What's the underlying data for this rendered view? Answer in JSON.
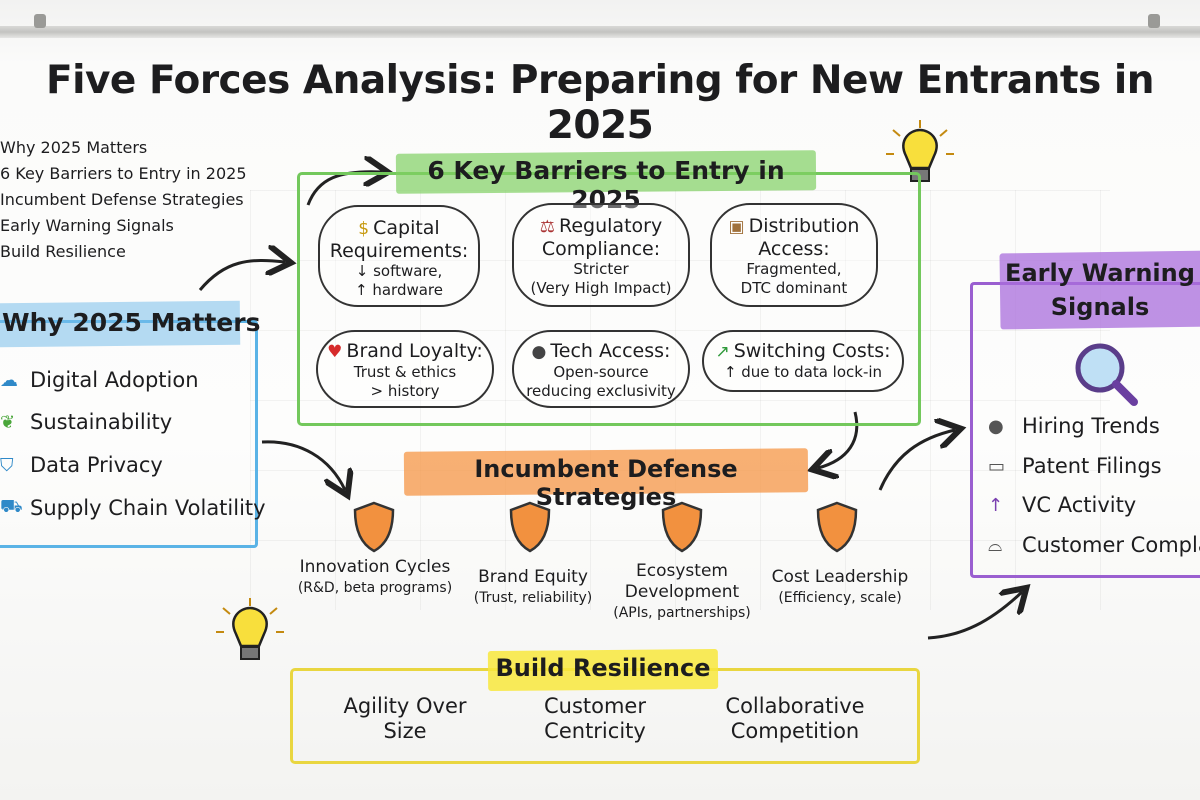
{
  "title": "Five Forces Analysis: Preparing for New Entrants in 2025",
  "toc": [
    "Why 2025 Matters",
    "6 Key Barriers to Entry in 2025",
    "Incumbent Defense Strategies",
    "Early Warning Signals",
    "Build Resilience"
  ],
  "why": {
    "title": "Why 2025 Matters",
    "accent": "#5ab3e6",
    "items": [
      {
        "icon": "cloud-icon",
        "label": "Digital Adoption"
      },
      {
        "icon": "leaf-icon",
        "label": "Sustainability"
      },
      {
        "icon": "shield-icon",
        "label": "Data Privacy"
      },
      {
        "icon": "truck-icon",
        "label": "Supply Chain Volatility"
      }
    ]
  },
  "barriers": {
    "title": "6 Key Barriers to Entry in 2025",
    "accent": "#73c85c",
    "items": [
      {
        "icon": "dollar-icon",
        "glyph": "$",
        "head": "Capital Requirements:",
        "lines": [
          "↓ software,",
          "↑ hardware"
        ]
      },
      {
        "icon": "scales-icon",
        "glyph": "⚖",
        "head": "Regulatory Compliance:",
        "lines": [
          "Stricter",
          "(Very High Impact)"
        ]
      },
      {
        "icon": "box-icon",
        "glyph": "▣",
        "head": "Distribution Access:",
        "lines": [
          "Fragmented,",
          "DTC dominant"
        ]
      },
      {
        "icon": "heart-icon",
        "glyph": "♥",
        "head": "Brand Loyalty:",
        "lines": [
          "Trust & ethics",
          "> history"
        ]
      },
      {
        "icon": "bulb-icon",
        "glyph": "●",
        "head": "Tech Access:",
        "lines": [
          "Open-source",
          "reducing exclusivity"
        ]
      },
      {
        "icon": "arrow-up-right-icon",
        "glyph": "↗",
        "head": "Switching Costs:",
        "lines": [
          "↑ due to data lock-in"
        ]
      }
    ]
  },
  "defense": {
    "title": "Incumbent Defense Strategies",
    "accent": "#f2913f",
    "items": [
      {
        "label": "Innovation Cycles",
        "sub": "(R&D, beta programs)"
      },
      {
        "label": "Brand Equity",
        "sub": "(Trust, reliability)"
      },
      {
        "label": "Ecosystem Development",
        "sub": "(APIs, partnerships)"
      },
      {
        "label": "Cost Leadership",
        "sub": "(Efficiency, scale)"
      }
    ]
  },
  "warning": {
    "title": "Early Warning Signals",
    "accent": "#9a5fd0",
    "items": [
      {
        "icon": "lightbulb-icon",
        "label": "Hiring Trends"
      },
      {
        "icon": "document-icon",
        "label": "Patent Filings"
      },
      {
        "icon": "arrow-up-icon",
        "label": "VC Activity"
      },
      {
        "icon": "speech-bubble-icon",
        "label": "Customer Complaints"
      }
    ]
  },
  "resilience": {
    "title": "Build Resilience",
    "accent": "#ecd83c",
    "items": [
      "Agility Over Size",
      "Customer Centricity",
      "Collaborative Competition"
    ]
  }
}
